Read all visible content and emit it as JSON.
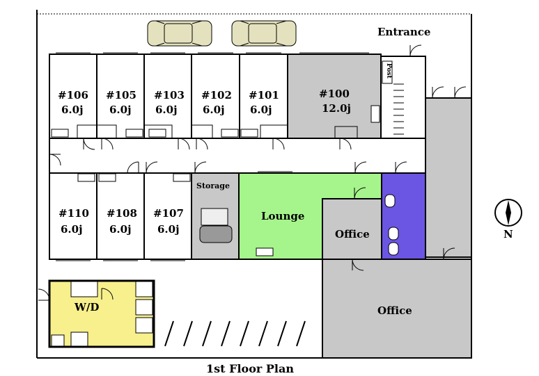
{
  "title": "1st Floor Plan",
  "entrance": "Entrance",
  "post": "Post",
  "north": "N",
  "rooms_top": [
    {
      "number": "#106",
      "size": "6.0j"
    },
    {
      "number": "#105",
      "size": "6.0j"
    },
    {
      "number": "#103",
      "size": "6.0j"
    },
    {
      "number": "#102",
      "size": "6.0j"
    },
    {
      "number": "#101",
      "size": "6.0j"
    },
    {
      "number": "#100",
      "size": "12.0j"
    }
  ],
  "rooms_bottom": [
    {
      "number": "#110",
      "size": "6.0j"
    },
    {
      "number": "#108",
      "size": "6.0j"
    },
    {
      "number": "#107",
      "size": "6.0j"
    }
  ],
  "storage": "Storage",
  "lounge": "Lounge",
  "office_small": "Office",
  "office_large": "Office",
  "wd": "W/D",
  "colors": {
    "gray_room": "#c8c8c8",
    "lounge": "#a6f58c",
    "restroom": "#6b55e3",
    "laundry": "#f7f08c",
    "walls": "#000000"
  }
}
